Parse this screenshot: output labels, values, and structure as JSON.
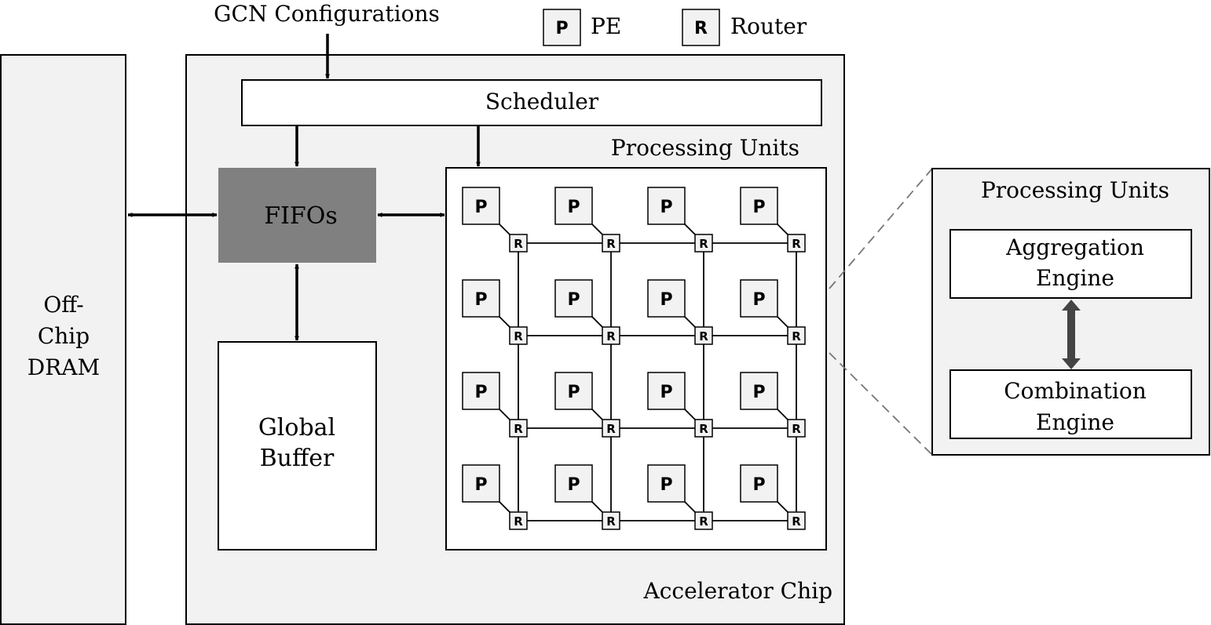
{
  "diagram": {
    "top_input_label": "GCN Configurations",
    "legend": {
      "pe_symbol": "P",
      "pe_label": "PE",
      "router_symbol": "R",
      "router_label": "Router"
    },
    "offchip": {
      "line1": "Off-",
      "line2": "Chip",
      "line3": "DRAM"
    },
    "chip_label": "Accelerator Chip",
    "scheduler_label": "Scheduler",
    "fifos_label": "FIFOs",
    "global_buffer": {
      "line1": "Global",
      "line2": "Buffer"
    },
    "processing_units_label": "Processing Units",
    "detail_panel": {
      "title": "Processing Units",
      "aggregation": {
        "line1": "Aggregation",
        "line2": "Engine"
      },
      "combination": {
        "line1": "Combination",
        "line2": "Engine"
      }
    },
    "mesh": {
      "rows": 4,
      "cols": 4
    },
    "colors": {
      "panel_fill": "#f2f2f2",
      "fifo_fill": "#808080",
      "box_fill": "#ffffff",
      "stroke": "#000000",
      "detail_arrow": "#444444",
      "dash": "#777777"
    }
  }
}
